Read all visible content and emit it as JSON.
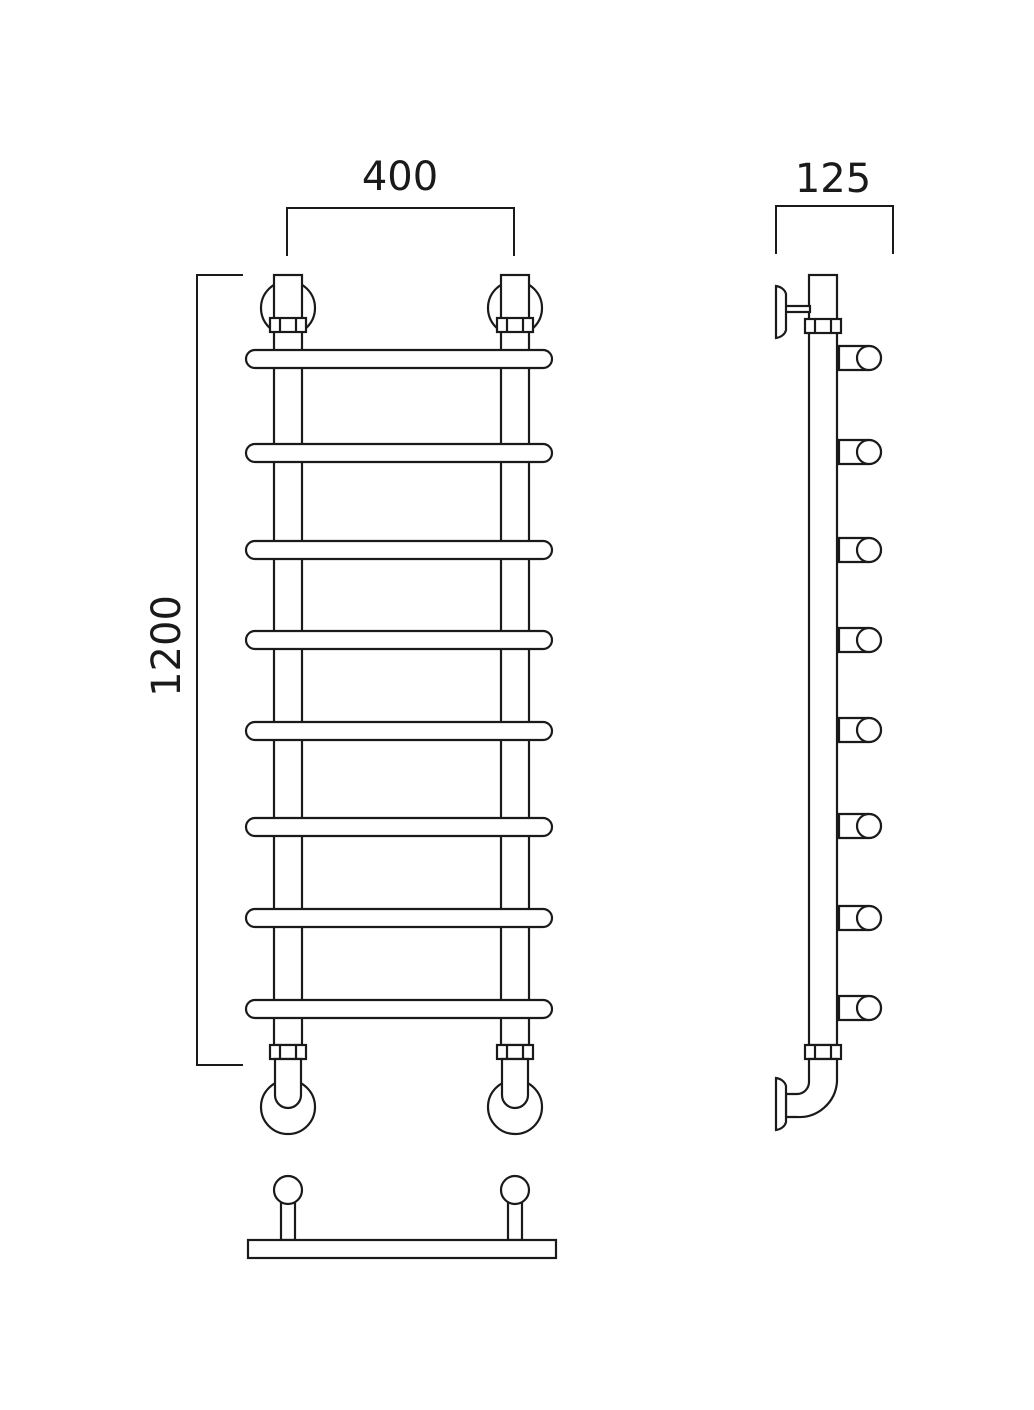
{
  "dimensions": {
    "width_label": "400",
    "height_label": "1200",
    "depth_label": "125"
  },
  "diagram": {
    "rung_count": 8,
    "side_hook_count": 8,
    "line_color": "#1a1a1a",
    "background": "#ffffff"
  }
}
